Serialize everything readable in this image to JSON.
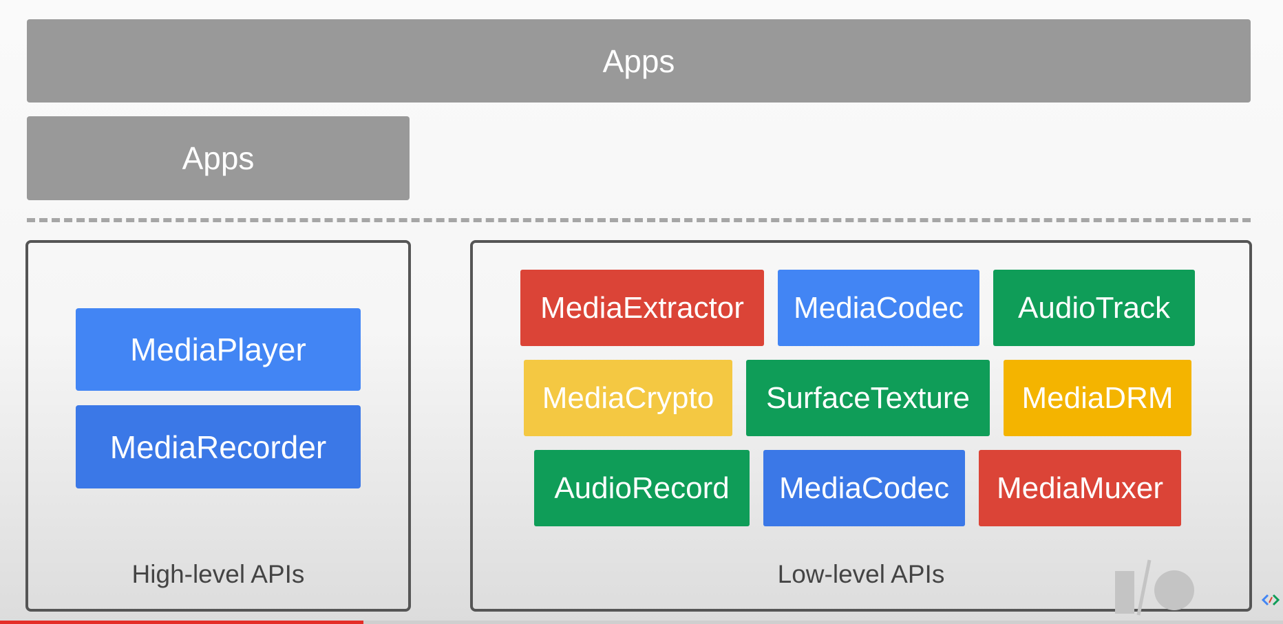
{
  "top_bar": {
    "label": "Apps"
  },
  "apps_box": {
    "label": "Apps"
  },
  "high_level": {
    "caption": "High-level APIs",
    "items": [
      "MediaPlayer",
      "MediaRecorder"
    ]
  },
  "low_level": {
    "caption": "Low-level APIs",
    "rows": [
      [
        "MediaExtractor",
        "MediaCodec",
        "AudioTrack"
      ],
      [
        "MediaCrypto",
        "SurfaceTexture",
        "MediaDRM"
      ],
      [
        "AudioRecord",
        "MediaCodec",
        "MediaMuxer"
      ]
    ]
  },
  "colors": {
    "gray_bar": "#999999",
    "blue": "#4285f4",
    "red": "#db4437",
    "green": "#0f9d58",
    "yellow": "#f4b400",
    "video_progress": "#e52d27"
  },
  "video": {
    "progress_fraction": 0.2835
  },
  "icons": [
    "io-logo-icon",
    "code-brackets-icon"
  ]
}
